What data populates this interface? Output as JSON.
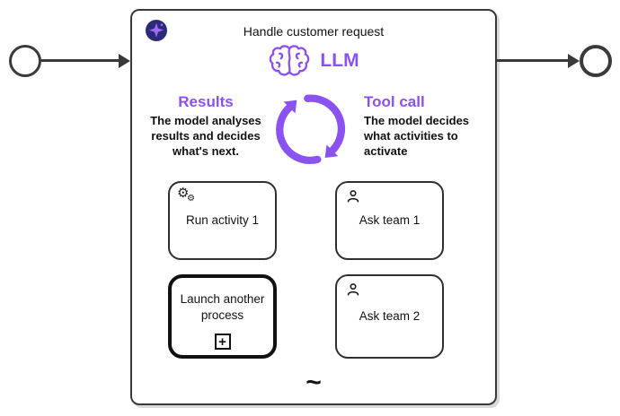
{
  "colors": {
    "accent_purple": "#8a52f0",
    "badge_navy": "#2e2a7a",
    "badge_star_purple": "#9a6ff5",
    "line_dark": "#3a3a3a"
  },
  "icons": {
    "gear_glyph": "⚙",
    "subprocess_plus": "+",
    "ai_badge": "sparkle-icon",
    "llm_icon": "brain-icon",
    "loop_icon": "cycle-arrows-icon",
    "user_task_icon": "person-icon"
  },
  "diagram": {
    "title": "Handle customer request",
    "llm_label": "LLM",
    "results_callout": {
      "heading": "Results",
      "body": "The model analyses results and decides what's next."
    },
    "tool_callout": {
      "heading": "Tool call",
      "body": "The model decides what activities to activate"
    },
    "tasks": [
      {
        "label": "Run activity 1",
        "icon": "gears-icon"
      },
      {
        "label": "Ask team 1",
        "icon": "person-icon"
      },
      {
        "label": "Launch another process",
        "icon": "subprocess-plus-icon"
      },
      {
        "label": "Ask team 2",
        "icon": "person-icon"
      }
    ],
    "collapsed_marker": "~"
  }
}
